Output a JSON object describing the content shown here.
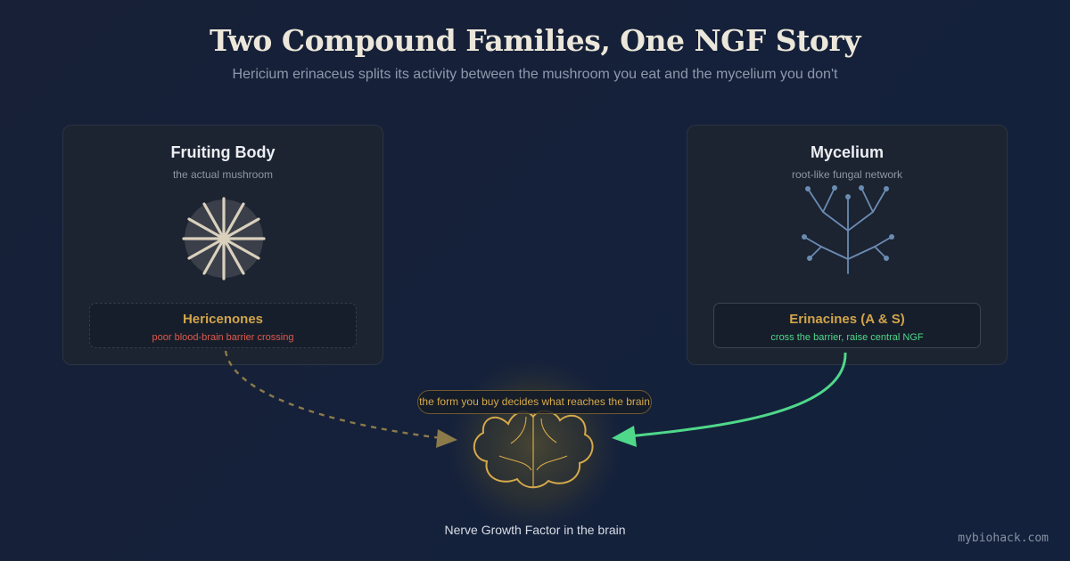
{
  "header": {
    "title": "Two Compound Families, One NGF Story",
    "subtitle": "Hericium erinaceus splits its activity between the mushroom you eat and the mycelium you don't"
  },
  "fruiting_body": {
    "title": "Fruiting Body",
    "subtitle": "the actual mushroom",
    "icon": "mushroom-spine-icon",
    "compound": {
      "name": "Hericenones",
      "note": "poor blood-brain barrier crossing"
    }
  },
  "mycelium": {
    "title": "Mycelium",
    "subtitle": "root-like fungal network",
    "icon": "mycelium-network-icon",
    "compound": {
      "name": "Erinacines (A & S)",
      "note": "cross the barrier, raise central NGF"
    }
  },
  "target": {
    "callout": "the form you buy decides what reaches the brain",
    "label": "Nerve Growth Factor in the brain",
    "icon": "brain-icon"
  },
  "footer": {
    "watermark": "mybiohack.com"
  },
  "colors": {
    "gold": "#d2a44a",
    "barrier_fail": "#dd5a4c",
    "barrier_pass": "#4fd88a",
    "mycelium_line": "#6a8cb3"
  }
}
